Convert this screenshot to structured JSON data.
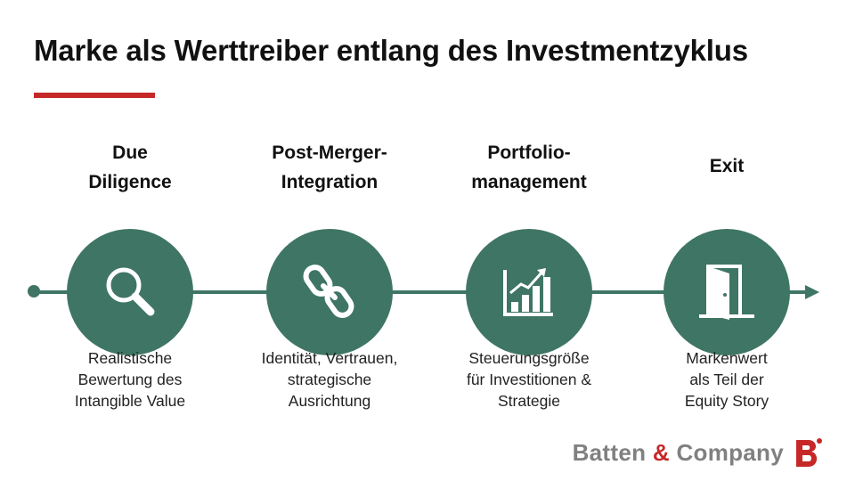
{
  "title": "Marke als Werttreiber entlang des Investmentzyklus",
  "colors": {
    "accent": "#c62828",
    "stage": "#3f7565"
  },
  "stages": [
    {
      "title_lines": [
        "Due",
        "Diligence"
      ],
      "icon": "magnifier-icon",
      "description_lines": [
        "Realistische",
        "Bewertung des",
        "Intangible Value"
      ]
    },
    {
      "title_lines": [
        "Post-Merger-",
        "Integration"
      ],
      "icon": "chain-link-icon",
      "description_lines": [
        "Identität, Vertrauen,",
        "strategische",
        "Ausrichtung"
      ]
    },
    {
      "title_lines": [
        "Portfolio-",
        "management"
      ],
      "icon": "growth-chart-icon",
      "description_lines": [
        "Steuerungsgröße",
        "für Investitionen &",
        "Strategie"
      ]
    },
    {
      "title_lines": [
        "Exit"
      ],
      "icon": "open-door-icon",
      "description_lines": [
        "Markenwert",
        "als Teil der",
        "Equity Story"
      ]
    }
  ],
  "logo": {
    "word1": "Batten",
    "amp": "&",
    "word2": "Company",
    "mark": "B"
  }
}
